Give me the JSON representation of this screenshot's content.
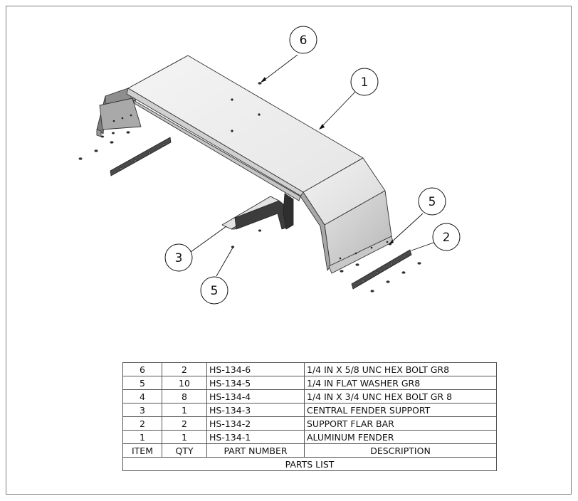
{
  "balloons": {
    "b6_top": "6",
    "b1": "1",
    "b5_right": "5",
    "b2": "2",
    "b3": "3",
    "b5_left": "5"
  },
  "parts_list": {
    "title": "PARTS LIST",
    "headers": {
      "item": "ITEM",
      "qty": "QTY",
      "part_number": "PART NUMBER",
      "description": "DESCRIPTION"
    },
    "rows": [
      {
        "item": "6",
        "qty": "2",
        "part_number": "HS-134-6",
        "description": "1/4 IN X 5/8 UNC HEX BOLT GR8"
      },
      {
        "item": "5",
        "qty": "10",
        "part_number": "HS-134-5",
        "description": "1/4 IN FLAT WASHER GR8"
      },
      {
        "item": "4",
        "qty": "8",
        "part_number": "HS-134-4",
        "description": "1/4 IN X 3/4 UNC HEX BOLT GR 8"
      },
      {
        "item": "3",
        "qty": "1",
        "part_number": "HS-134-3",
        "description": "CENTRAL FENDER SUPPORT"
      },
      {
        "item": "2",
        "qty": "2",
        "part_number": "HS-134-2",
        "description": "SUPPORT FLAR BAR"
      },
      {
        "item": "1",
        "qty": "1",
        "part_number": "HS-134-1",
        "description": "ALUMINUM FENDER"
      }
    ]
  }
}
